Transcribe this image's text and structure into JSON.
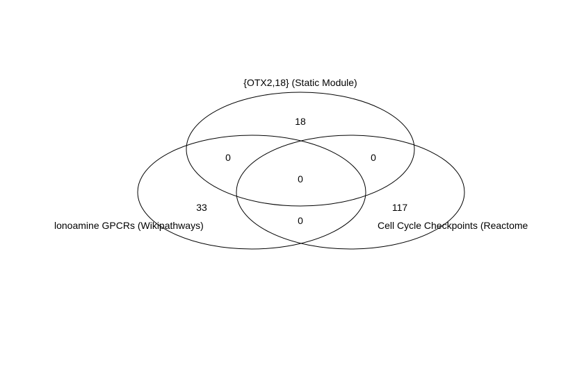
{
  "sets": [
    {
      "id": "top",
      "label": "{OTX2,18} (Static Module)"
    },
    {
      "id": "left",
      "label": "lonoamine GPCRs (Wikipathways)"
    },
    {
      "id": "right",
      "label": "Cell Cycle Checkpoints (Reactome"
    }
  ],
  "regions": {
    "top_only": "18",
    "left_only": "33",
    "right_only": "117",
    "top_left": "0",
    "top_right": "0",
    "left_right": "0",
    "all_three": "0"
  },
  "colors": {
    "stroke": "#000000",
    "text": "#000000",
    "background": "#ffffff"
  }
}
